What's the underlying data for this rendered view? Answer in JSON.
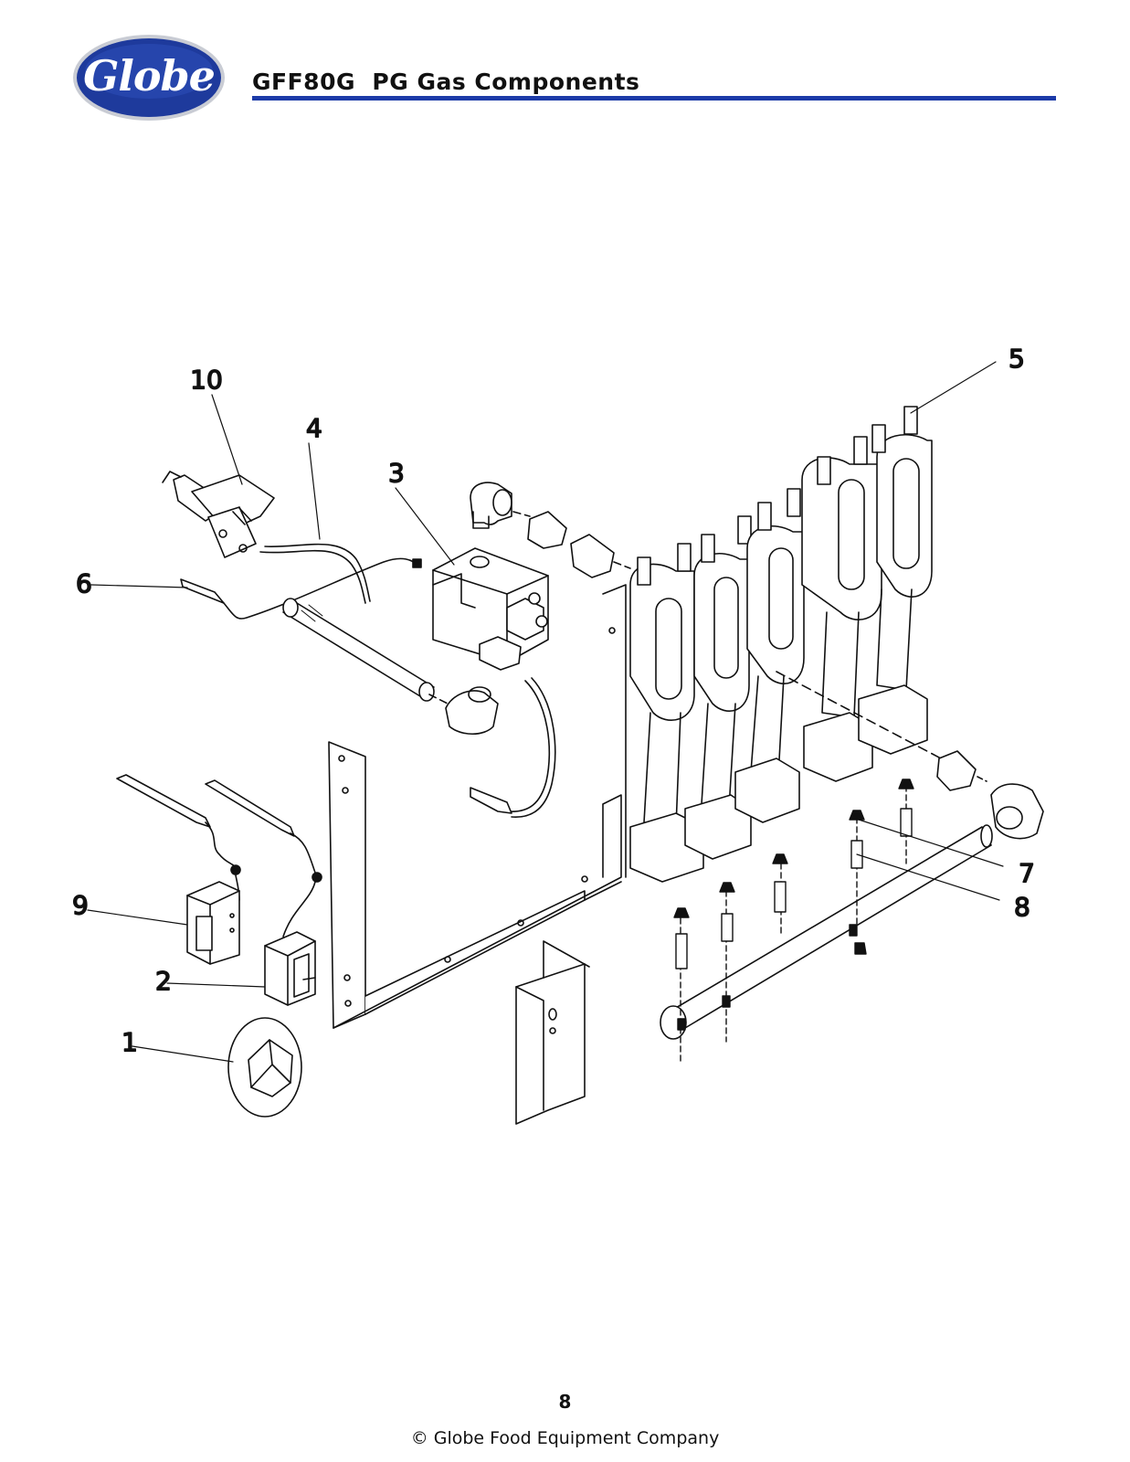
{
  "header": {
    "logo_text": "Globe",
    "title": "GFF80G  PG Gas Components",
    "accent_color": "#1c3aa8"
  },
  "diagram": {
    "callouts": [
      {
        "number": "1"
      },
      {
        "number": "2"
      },
      {
        "number": "3"
      },
      {
        "number": "4"
      },
      {
        "number": "5"
      },
      {
        "number": "6"
      },
      {
        "number": "7"
      },
      {
        "number": "8"
      },
      {
        "number": "9"
      },
      {
        "number": "10"
      }
    ]
  },
  "footer": {
    "page_number": "8",
    "copyright": "© Globe Food Equipment Company"
  }
}
